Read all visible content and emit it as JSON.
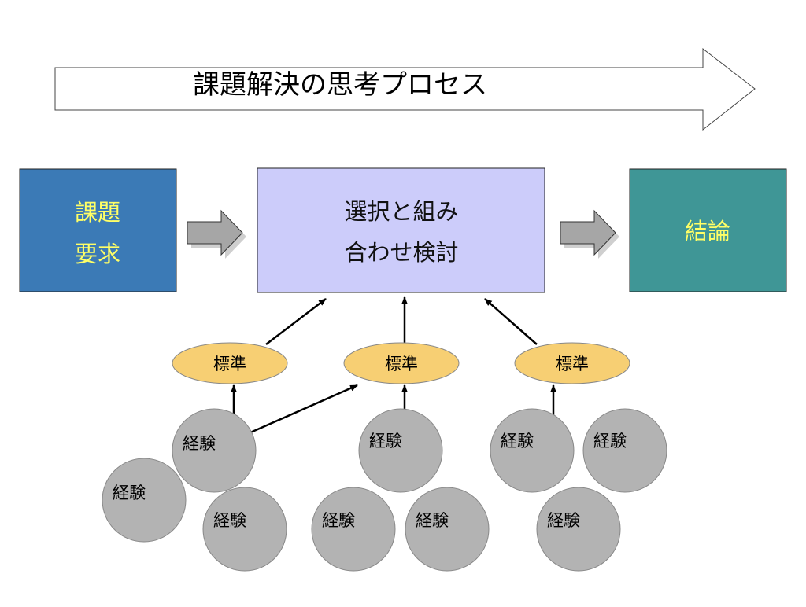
{
  "title": "課題解決の思考プロセス",
  "boxes": {
    "problem": {
      "lines": [
        "課題",
        "要求"
      ],
      "fill": "#3b7ab6",
      "text_color": "#ffff66"
    },
    "center": {
      "lines": [
        "選択と組み",
        "合わせ検討"
      ],
      "fill": "#ccccfa",
      "text_color": "#111111"
    },
    "conclusion": {
      "lines": [
        "結論"
      ],
      "fill": "#3f9696",
      "text_color": "#ffff66"
    }
  },
  "standards": [
    {
      "label": "標準"
    },
    {
      "label": "標準"
    },
    {
      "label": "標準"
    }
  ],
  "experiences": [
    {
      "label": "経験"
    },
    {
      "label": "経験"
    },
    {
      "label": "経験"
    },
    {
      "label": "経験"
    },
    {
      "label": "経験"
    },
    {
      "label": "経験"
    },
    {
      "label": "経験"
    },
    {
      "label": "経験"
    },
    {
      "label": "経験"
    }
  ],
  "colors": {
    "standard_fill": "#f7cf73",
    "experience_fill": "#b3b3b3",
    "block_arrow_fill": "#a6a6a6"
  }
}
